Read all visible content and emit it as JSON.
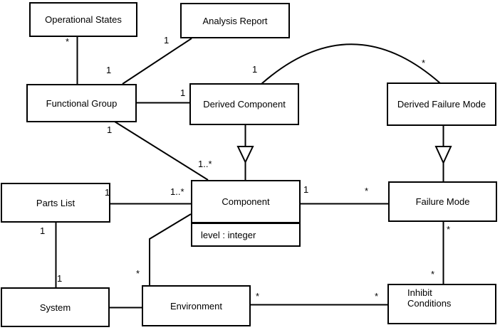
{
  "diagram": {
    "kind": "uml-class-diagram",
    "colors": {
      "background": "#ffffff",
      "line": "#000000",
      "box_fill": "#ffffff",
      "text": "#000000"
    },
    "classes": {
      "operational_states": {
        "label": "Operational States"
      },
      "analysis_report": {
        "label": "Analysis Report"
      },
      "functional_group": {
        "label": "Functional Group"
      },
      "derived_component": {
        "label": "Derived Component"
      },
      "derived_failure_mode": {
        "label": "Derived Failure Mode"
      },
      "parts_list": {
        "label": "Parts List"
      },
      "component": {
        "label": "Component",
        "attribute": "level : integer"
      },
      "failure_mode": {
        "label": "Failure Mode"
      },
      "system": {
        "label": "System"
      },
      "environment": {
        "label": "Environment"
      },
      "inhibit_conditions": {
        "label": "Inhibit Conditions"
      }
    },
    "associations": [
      {
        "from": "Operational States",
        "to": "Functional Group",
        "from_multiplicity": "*",
        "to_multiplicity": ""
      },
      {
        "from": "Analysis Report",
        "to": "Functional Group",
        "from_multiplicity": "1",
        "to_multiplicity": "1"
      },
      {
        "from": "Functional Group",
        "to": "Derived Component",
        "from_multiplicity": "",
        "to_multiplicity": "1"
      },
      {
        "from": "Derived Component",
        "to": "Derived Failure Mode",
        "from_multiplicity": "1",
        "to_multiplicity": "*",
        "style": "arc"
      },
      {
        "from": "Functional Group",
        "to": "Component",
        "from_multiplicity": "1",
        "to_multiplicity": "1..*"
      },
      {
        "from": "Parts List",
        "to": "Component",
        "from_multiplicity": "1",
        "to_multiplicity": "1..*"
      },
      {
        "from": "Component",
        "to": "Failure Mode",
        "from_multiplicity": "1",
        "to_multiplicity": "*"
      },
      {
        "from": "Parts List",
        "to": "System",
        "from_multiplicity": "1",
        "to_multiplicity": "1"
      },
      {
        "from": "System",
        "to": "Environment",
        "from_multiplicity": "",
        "to_multiplicity": ""
      },
      {
        "from": "Environment",
        "to": "Component",
        "from_multiplicity": "*",
        "to_multiplicity": ""
      },
      {
        "from": "Environment",
        "to": "Inhibit Conditions",
        "from_multiplicity": "*",
        "to_multiplicity": "*"
      },
      {
        "from": "Failure Mode",
        "to": "Inhibit Conditions",
        "from_multiplicity": "*",
        "to_multiplicity": "*"
      }
    ],
    "generalizations": [
      {
        "child": "Derived Component",
        "parent": "Component"
      },
      {
        "child": "Derived Failure Mode",
        "parent": "Failure Mode"
      }
    ],
    "mult": {
      "os_fg_os": "*",
      "ar_fg_ar": "1",
      "ar_fg_fg": "1",
      "fg_dc_dc": "1",
      "dc_dfm_dc": "1",
      "dc_dfm_dfm": "*",
      "fg_comp_fg": "1",
      "fg_comp_comp": "1..*",
      "pl_comp_pl": "1",
      "pl_comp_comp": "1..*",
      "comp_fm_comp": "1",
      "comp_fm_fm": "*",
      "pl_sys_pl": "1",
      "pl_sys_sys": "1",
      "env_comp_env": "*",
      "env_ic_env": "*",
      "env_ic_ic": "*",
      "fm_ic_fm": "*",
      "fm_ic_ic": "*"
    }
  }
}
